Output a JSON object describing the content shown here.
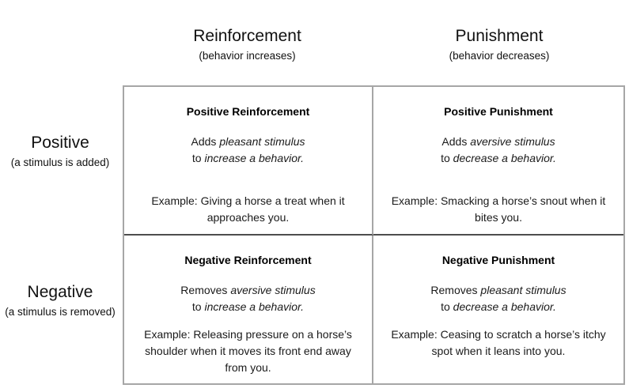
{
  "colors": {
    "background": "#ffffff",
    "text": "#1a1a1a",
    "border_outer": "#a6a6a6",
    "border_vertical": "#a6a6a6",
    "border_horizontal": "#4d4d4d"
  },
  "matrix": {
    "columns": [
      {
        "title": "Reinforcement",
        "subtitle": "(behavior increases)"
      },
      {
        "title": "Punishment",
        "subtitle": "(behavior decreases)"
      }
    ],
    "rows": [
      {
        "title": "Positive",
        "subtitle": "(a stimulus is added)"
      },
      {
        "title": "Negative",
        "subtitle": "(a stimulus is removed)"
      }
    ],
    "cells": [
      {
        "title": "Positive Reinforcement",
        "description": [
          {
            "t": "Adds ",
            "i": false
          },
          {
            "t": "pleasant stimulus",
            "i": true
          },
          {
            "br": true
          },
          {
            "t": "to ",
            "i": false
          },
          {
            "t": "increase a behavior.",
            "i": true
          }
        ],
        "example": [
          {
            "t": "Example: Giving a horse a treat when it",
            "i": false
          },
          {
            "br": true
          },
          {
            "t": "approaches you.",
            "i": false
          }
        ]
      },
      {
        "title": "Positive Punishment",
        "description": [
          {
            "t": "Adds ",
            "i": false
          },
          {
            "t": "aversive stimulus",
            "i": true
          },
          {
            "br": true
          },
          {
            "t": "to ",
            "i": false
          },
          {
            "t": "decrease a behavior.",
            "i": true
          }
        ],
        "example": [
          {
            "t": "Example: Smacking a horse’s snout when it",
            "i": false
          },
          {
            "br": true
          },
          {
            "t": "bites you.",
            "i": false
          }
        ]
      },
      {
        "title": "Negative Reinforcement",
        "description": [
          {
            "t": "Removes ",
            "i": false
          },
          {
            "t": "aversive stimulus",
            "i": true
          },
          {
            "br": true
          },
          {
            "t": "to ",
            "i": false
          },
          {
            "t": "increase a behavior.",
            "i": true
          }
        ],
        "example": [
          {
            "t": "Example: Releasing pressure on a horse’s",
            "i": false
          },
          {
            "br": true
          },
          {
            "t": "shoulder when it moves its front end away",
            "i": false
          },
          {
            "br": true
          },
          {
            "t": "from you.",
            "i": false
          }
        ]
      },
      {
        "title": "Negative Punishment",
        "description": [
          {
            "t": "Removes ",
            "i": false
          },
          {
            "t": "pleasant stimulus",
            "i": true
          },
          {
            "br": true
          },
          {
            "t": "to ",
            "i": false
          },
          {
            "t": "decrease a behavior.",
            "i": true
          }
        ],
        "example": [
          {
            "t": "Example: Ceasing to scratch a horse’s itchy",
            "i": false
          },
          {
            "br": true
          },
          {
            "t": "spot when it leans into you.",
            "i": false
          }
        ]
      }
    ]
  }
}
